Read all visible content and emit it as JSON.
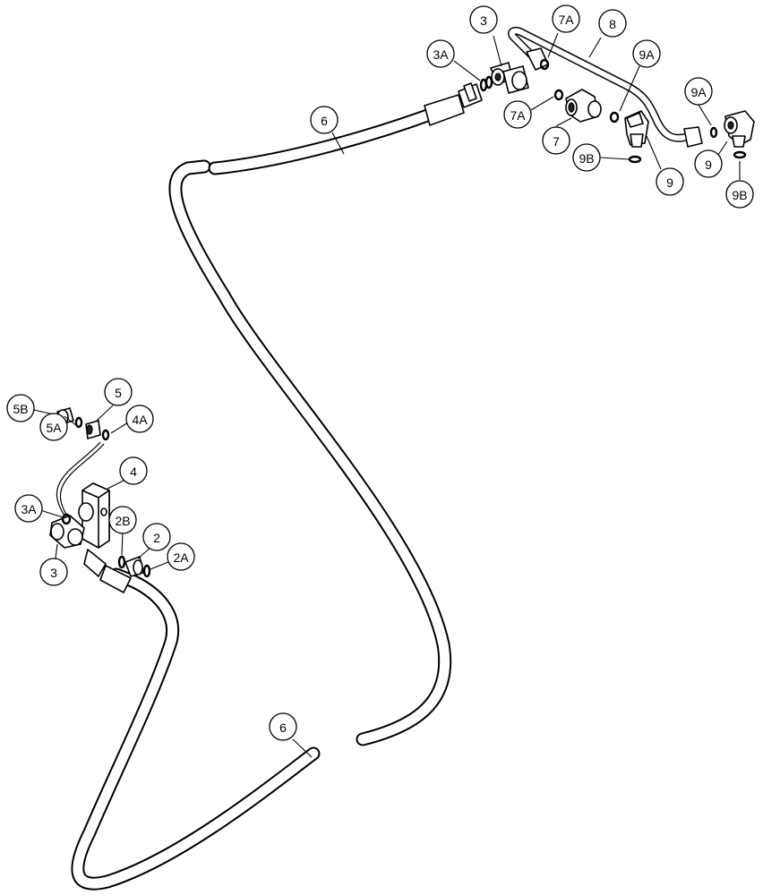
{
  "callouts": [
    {
      "id": "c-3-top",
      "label": "3"
    },
    {
      "id": "c-3a-top",
      "label": "3A"
    },
    {
      "id": "c-7a-top",
      "label": "7A"
    },
    {
      "id": "c-8",
      "label": "8"
    },
    {
      "id": "c-9a-mid",
      "label": "9A"
    },
    {
      "id": "c-9a-right",
      "label": "9A"
    },
    {
      "id": "c-7a-mid",
      "label": "7A"
    },
    {
      "id": "c-7",
      "label": "7"
    },
    {
      "id": "c-9-mid",
      "label": "9"
    },
    {
      "id": "c-9-right",
      "label": "9"
    },
    {
      "id": "c-9b-mid",
      "label": "9B"
    },
    {
      "id": "c-9b-right",
      "label": "9B"
    },
    {
      "id": "c-6-top",
      "label": "6"
    },
    {
      "id": "c-6-bottom",
      "label": "6"
    },
    {
      "id": "c-5",
      "label": "5"
    },
    {
      "id": "c-5b",
      "label": "5B"
    },
    {
      "id": "c-5a",
      "label": "5A"
    },
    {
      "id": "c-4a",
      "label": "4A"
    },
    {
      "id": "c-4",
      "label": "4"
    },
    {
      "id": "c-3a-left",
      "label": "3A"
    },
    {
      "id": "c-3-left",
      "label": "3"
    },
    {
      "id": "c-2b",
      "label": "2B"
    },
    {
      "id": "c-2",
      "label": "2"
    },
    {
      "id": "c-2a",
      "label": "2A"
    }
  ]
}
